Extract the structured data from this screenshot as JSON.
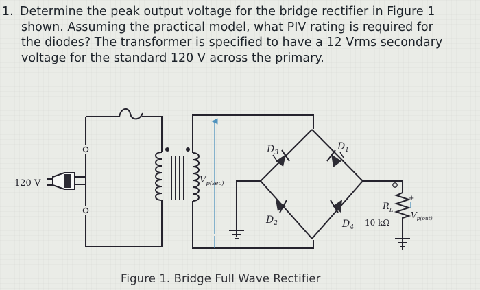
{
  "question": {
    "number": "1.",
    "lines": [
      "Determine the peak output voltage for the bridge rectifier in Figure 1",
      "shown. Assuming the practical model, what PIV rating is required for",
      "the diodes? The transformer is specified to have a 12 Vrms secondary",
      "voltage for the standard 120 V across the primary."
    ]
  },
  "figure": {
    "source_label": "120 V",
    "secondary_voltage_label": "V",
    "secondary_voltage_subscript": "p(sec)",
    "diodes": [
      "D1",
      "D2",
      "D3",
      "D4"
    ],
    "resistor_label": "R",
    "resistor_subscript": "L",
    "resistor_value": "10 kΩ",
    "output_voltage_label": "V",
    "output_voltage_subscript": "p(out)",
    "caption": "Figure 1. Bridge Full Wave Rectifier"
  },
  "colors": {
    "background": "#eaece7",
    "text": "#1c2229",
    "wire": "#25232d",
    "diode_fill": "#2d2c34",
    "measure_blue": "#4f92bd"
  }
}
